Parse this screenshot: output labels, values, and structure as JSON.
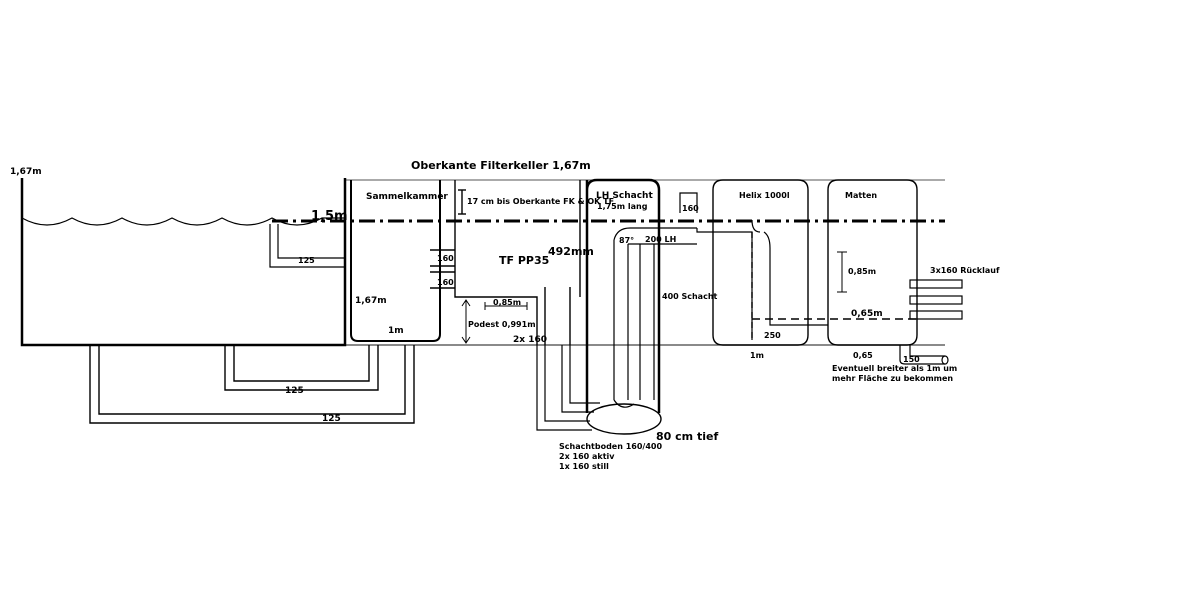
{
  "labels": {
    "title": "Oberkante Filterkeller 1,67m",
    "left_height": "1,67m",
    "water_level": "1,5m",
    "sammelkammer": "Sammelkammer",
    "pipe_125_top": "125",
    "sammel_height": "1,67m",
    "sammel_1m": "1m",
    "pipe_125_mid": "125",
    "pipe_125_bottom": "125",
    "tf_note": "17 cm bis Oberkante FK & OK TF",
    "pipe_160_a": "160",
    "pipe_160_b": "160",
    "tf_name": "TF PP35",
    "tf_width": "492mm",
    "tf_085": "0,85m",
    "podest": "Podest 0,991m",
    "pipe_2x160": "2x 160",
    "lh_schacht": "LH Schacht",
    "lh_length": "1,75m lang",
    "angle": "87°",
    "pipe_200lh": "200 LH",
    "pipe_160_top": "160",
    "schacht_400": "400 Schacht",
    "depth_80": "80 cm tief",
    "schachtboden_1": "Schachtboden 160/400",
    "schachtboden_2": "2x 160 aktiv",
    "schachtboden_3": "1x 160 still",
    "helix": "Helix 1000l",
    "helix_250": "250",
    "helix_1m": "1m",
    "matten": "Matten",
    "matten_085": "0,85m",
    "matten_065": "0,65m",
    "matten_065_bottom": "0,65",
    "pipe_150": "150",
    "ruecklauf": "3x160 Rücklauf",
    "note_1": "Eventuell breiter als 1m um",
    "note_2": "mehr Fläche zu bekommen"
  },
  "colors": {
    "line": "#000000",
    "ground_line": "#444444"
  }
}
